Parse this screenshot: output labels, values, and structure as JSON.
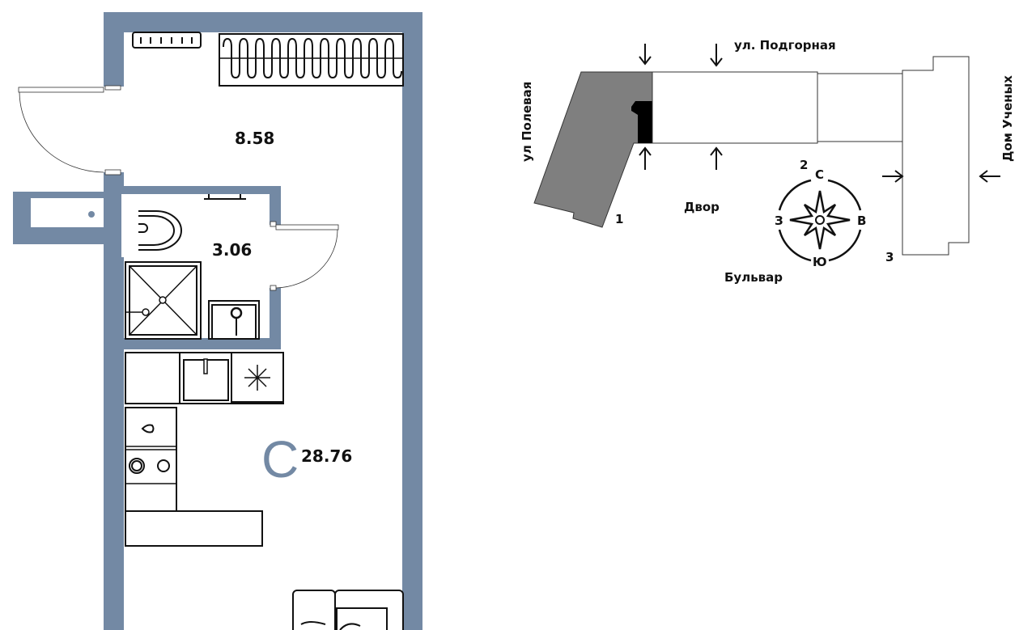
{
  "colors": {
    "wall": "#7389a4",
    "building_highlight": "#7f7f7f",
    "section": "#000000"
  },
  "floor_plan": {
    "rooms": [
      {
        "name": "hallway",
        "area": "8.58"
      },
      {
        "name": "bathroom",
        "area": "3.06"
      },
      {
        "name": "studio",
        "area": "28.76",
        "type_letter": "C"
      }
    ]
  },
  "site_plan": {
    "streets": {
      "north": "ул. Подгорная",
      "west": "ул Полевая",
      "east": "Дом Ученых",
      "south": "Бульвар"
    },
    "courtyard": "Двор",
    "building_numbers": [
      "1",
      "2",
      "3"
    ],
    "compass": {
      "north": "С",
      "west": "З",
      "east": "В",
      "south": "Ю"
    }
  }
}
